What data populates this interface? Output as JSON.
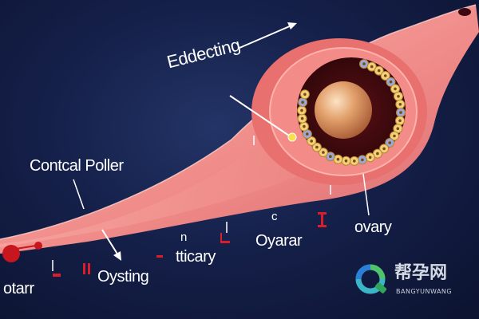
{
  "labels": {
    "top": "Eddecting",
    "left": "Contcal Poller",
    "bottom_left": "otarr",
    "bottom_mid": "Oysting",
    "bottom_center": "tticary",
    "bottom_right_mid": "Oyarar",
    "bottom_right": "ovary",
    "mark_n": "n",
    "mark_c": "c"
  },
  "watermark": {
    "brand": "帮孕网",
    "sub": "BANGYUNWANG",
    "icon": "q-logo-icon"
  },
  "colors": {
    "background": "#15204a",
    "tube": "#f08a8a",
    "tube_light": "#fbb3ae",
    "egg": "#d98a58",
    "follicle_cells": "#f3d07a",
    "marker_red": "#d81e2a"
  }
}
